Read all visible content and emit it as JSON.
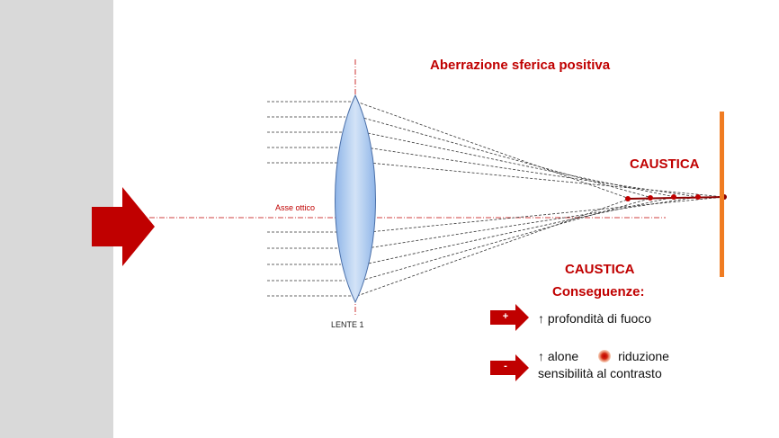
{
  "title": "Aberrazione sferica positiva",
  "caustica_label": "CAUSTICA",
  "axis_label": "Asse ottico",
  "lens_label": "LENTE 1",
  "consequences": {
    "heading": "CAUSTICA",
    "subheading": "Conseguenze:",
    "positive": {
      "symbol": "+",
      "text": "↑ profondità di fuoco"
    },
    "negative": {
      "symbol": "-",
      "line1_a": "↑ alone",
      "line1_b": "riduzione",
      "line2": "sensibilità al contrasto"
    }
  },
  "colors": {
    "accent_red": "#c00000",
    "screen_orange": "#f07c22",
    "lens_fill": "#bcd4f2",
    "side_panel": "#d9d9d9"
  },
  "icons": {
    "light_arrow": "big-red-arrow-icon",
    "halo": "halo-dot-icon"
  }
}
